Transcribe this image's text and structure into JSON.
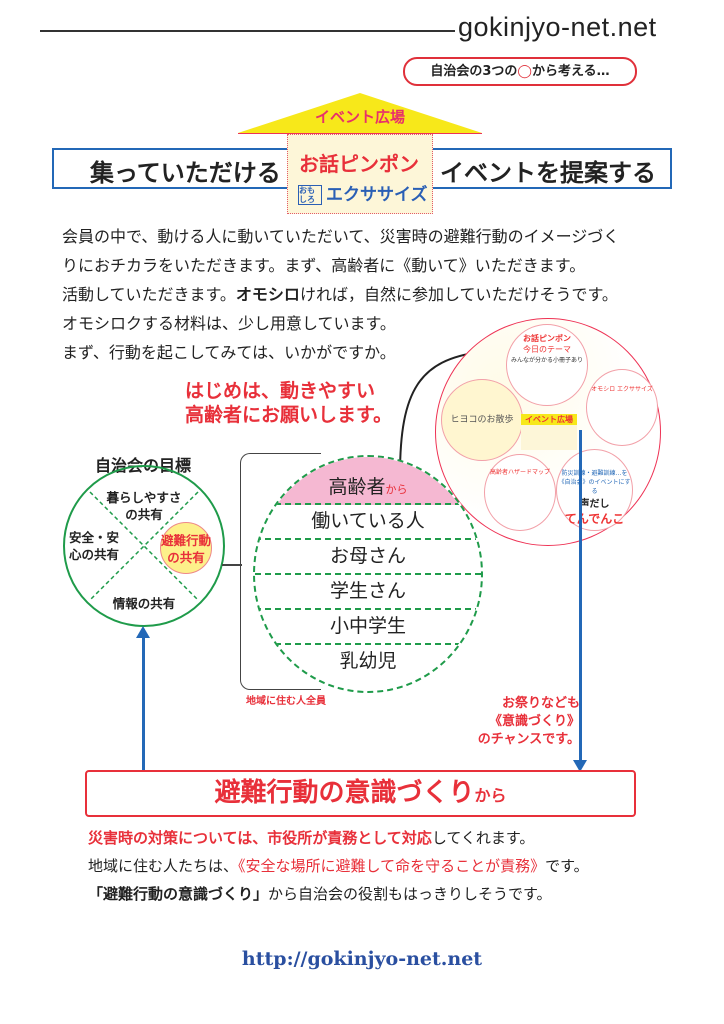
{
  "header": {
    "logo": "gokinjyo-net.net",
    "pill_pre": "自治会の3つの",
    "pill_circle": "◯",
    "pill_post": "から考える…"
  },
  "banner": {
    "roof": "イベント広場",
    "left": "集っていただける",
    "right": "イベントを提案する",
    "center1": "お話ピンポン",
    "center_small": "おもしろ",
    "center2": "エクササイズ"
  },
  "intro": {
    "l1": "会員の中で、動ける人に動いていただいて、災害時の避難行動のイメージづく",
    "l2": "りにおチカラをいただきます。まず、高齢者に《動いて》いただきます。",
    "l3a": "活動していただきます。",
    "l3b": "オモシロ",
    "l3c": "ければ，自然に参加していただけそうです。",
    "l4": "オモシロクする材料は、少し用意しています。",
    "l5": "まず、行動を起こしてみては、いかがですか。"
  },
  "callout": {
    "l1": "はじめは、動きやすい",
    "l2": "高齢者にお願いします。"
  },
  "photo": {
    "a": "お話ピンポン",
    "b": "今日のテーマ",
    "c": "みんなが分かる小冊子あり",
    "d": "ヒヨコのお散歩",
    "e": "オモシロ エクササイズ",
    "f": "イベント広場",
    "g": "高齢者ハザードマップ",
    "h": "防災訓練・避難訓練…を《自治会》のイベントにする",
    "i": "声だし",
    "j": "てんでんこ"
  },
  "goal": {
    "title": "自治会の目標",
    "top": "暮らしやすさの共有",
    "left": "安全・安心の共有",
    "right": "避難行動の共有",
    "bottom": "情報の共有"
  },
  "people": {
    "rows": [
      "高齢者",
      "働いている人",
      "お母さん",
      "学生さん",
      "小中学生",
      "乳幼児"
    ],
    "first_suffix": "から",
    "caption": "地域に住む人全員"
  },
  "matsuri": {
    "l1": "お祭りなども",
    "l2": "《意識づくり》",
    "l3": "のチャンスです。"
  },
  "main": {
    "title": "避難行動の意識づくり",
    "suffix": "から"
  },
  "bottom": {
    "l1a": "災害時の対策については、市役所が責務として対応",
    "l1b": "してくれます。",
    "l2a": "地域に住む人たちは、",
    "l2b": "《安全な場所に避難して命を守ることが責務》",
    "l2c": "です。",
    "l3a": "「避難行動の意識づくり」",
    "l3b": "から自治会の役割もはっきりしそうです。"
  },
  "url": "http://gokinjyo-net.net"
}
